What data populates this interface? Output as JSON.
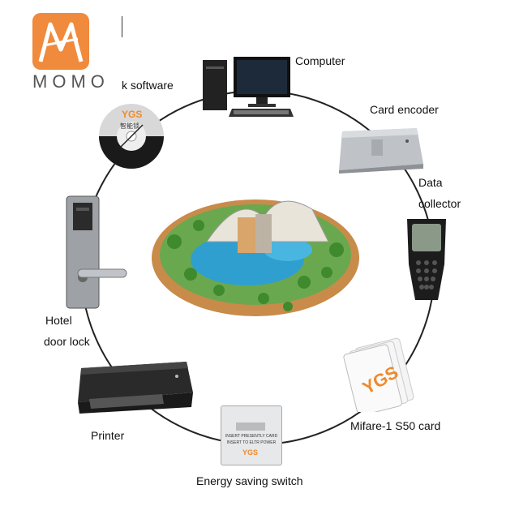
{
  "logo": {
    "text": "MOMO",
    "accent": "#f08a3c"
  },
  "labels": {
    "computer": "Computer",
    "card_encoder": "Card encoder",
    "data_collector_1": "Data",
    "data_collector_2": "collector",
    "software": "k software",
    "hotel_lock_1": "Hotel",
    "hotel_lock_2": "door lock",
    "printer": "Printer",
    "mifare": "Mifare-1 S50 card",
    "energy": "Energy saving switch"
  },
  "brand": {
    "ygs": "YGS",
    "ygs_cn": "智能锁",
    "switch_text_1": "INSERT PRESENTLY CARD",
    "switch_text_2": "INSERT TO ELTR POWER"
  },
  "colors": {
    "ring": "#222222",
    "brand_orange": "#f08a2a"
  }
}
